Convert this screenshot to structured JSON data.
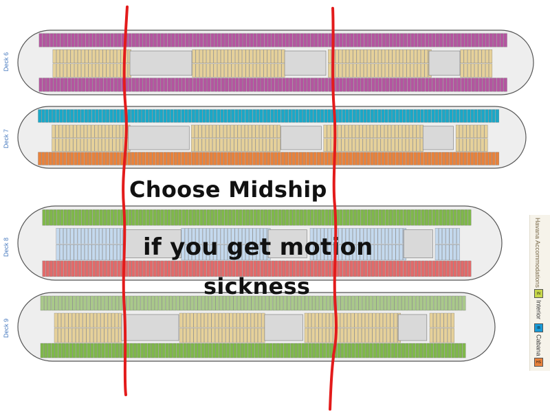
{
  "overlay": {
    "line1": "Choose Midship",
    "line2": "if you get motion",
    "line3": "sickness"
  },
  "decks": [
    {
      "label": "Deck 6",
      "scheme": [
        "#b455a0",
        "#e6d19a",
        "#b455a0"
      ]
    },
    {
      "label": "Deck 7",
      "scheme": [
        "#1aa8c8",
        "#e6d19a",
        "#e8823c"
      ]
    },
    {
      "label": "Deck 8",
      "scheme": [
        "#7fb84a",
        "#c4d9ee",
        "#e26a6a"
      ]
    },
    {
      "label": "Deck 9",
      "scheme": [
        "#a9c98a",
        "#e6d19a",
        "#7fb84a"
      ]
    }
  ],
  "legend": {
    "title": "Havana Accommodations",
    "items": [
      {
        "code": "IN",
        "label": "Interior",
        "color": "#c8d84a"
      },
      {
        "code": "IB",
        "label": "Cabana",
        "color": "#1a9bd7"
      },
      {
        "code": "HS",
        "label": "",
        "color": "#e8823c"
      }
    ]
  },
  "annotation_color": "#e31b1b"
}
